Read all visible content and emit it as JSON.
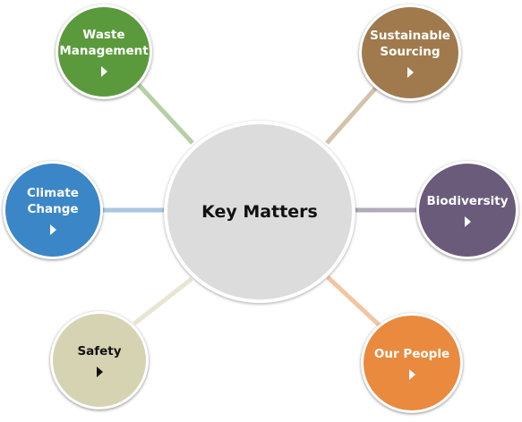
{
  "diagram": {
    "hub": {
      "label": "Key Matters",
      "color": "#dcdcdc"
    },
    "nodes": [
      {
        "id": "waste",
        "label": "Waste\nManagement",
        "color": "#5b9a3c",
        "connector_color": "#b7cfa6",
        "text_color": "#ffffff",
        "arrow_icon": "play-triangle"
      },
      {
        "id": "sourcing",
        "label": "Sustainable\nSourcing",
        "color": "#a07a4d",
        "connector_color": "#d4c3ac",
        "text_color": "#ffffff",
        "arrow_icon": "play-triangle"
      },
      {
        "id": "climate",
        "label": "Climate\nChange",
        "color": "#3b86c6",
        "connector_color": "#a9c6e2",
        "text_color": "#ffffff",
        "arrow_icon": "play-triangle"
      },
      {
        "id": "biodiversity",
        "label": "Biodiversity",
        "color": "#6a5b7b",
        "connector_color": "#b1aab9",
        "text_color": "#ffffff",
        "arrow_icon": "play-triangle"
      },
      {
        "id": "safety",
        "label": "Safety",
        "color": "#d6d3b3",
        "connector_color": "#e8e6d2",
        "text_color": "#111111",
        "arrow_icon": "play-triangle"
      },
      {
        "id": "people",
        "label": "Our People",
        "color": "#e98a3e",
        "connector_color": "#f2c6a2",
        "text_color": "#ffffff",
        "arrow_icon": "play-triangle"
      }
    ]
  }
}
